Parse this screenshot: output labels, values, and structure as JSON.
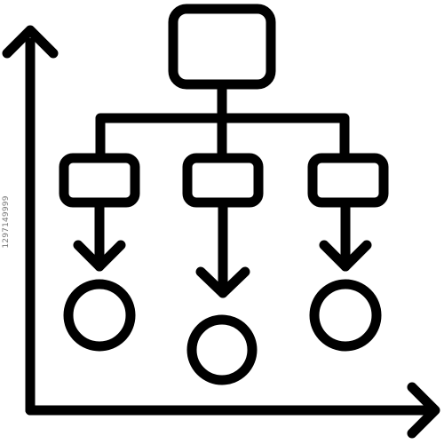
{
  "diagram": {
    "type": "hierarchy-flow-icon",
    "stroke_color": "#000000",
    "background_color": "#ffffff",
    "axes": {
      "y_arrow_icon": "arrow-up",
      "x_arrow_icon": "arrow-right"
    },
    "root_node": {
      "shape": "rounded-rect"
    },
    "child_nodes": [
      {
        "shape": "rounded-rect",
        "output": "circle"
      },
      {
        "shape": "rounded-rect",
        "output": "circle"
      },
      {
        "shape": "rounded-rect",
        "output": "circle"
      }
    ]
  },
  "watermark": {
    "text": "1297149999",
    "color": "#7a7a7a"
  }
}
